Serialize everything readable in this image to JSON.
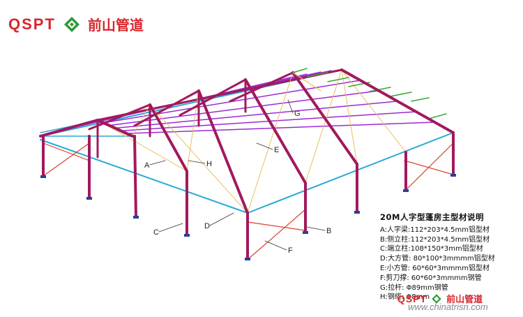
{
  "brand": {
    "logo_text": "QSPT",
    "logo_cn": "前山管道",
    "url": "www.chinatrisn.com"
  },
  "colors": {
    "column": "#a2195c",
    "bottom_tube": "#2aa9d8",
    "purpur": "#9a2ad4",
    "brace": "#d8402a",
    "cable": "#e8c060",
    "top_tube": "#2aa9d8",
    "green": "#33a835",
    "brand_red": "#d8262e"
  },
  "labels": {
    "A": "A",
    "B": "B",
    "C": "C",
    "D": "D",
    "E": "E",
    "F": "F",
    "G": "G",
    "H": "H"
  },
  "legend": {
    "title": "20M人字型蓬房主型材说明",
    "items": [
      "A:人字梁:112*203*4.5mm铝型材",
      "B:侧立柱:112*203*4.5mm铝型材",
      "C:端立柱:108*150*3mm铝型材",
      "D:大方管: 80*100*3mmmm铝型材",
      "E:小方管: 60*60*3mmmm铝型材",
      "F:剪刀撑: 60*60*3mmmm钢管",
      "G:拉杆: Φ89mm钢管",
      "H:钢缆: Φ8mm"
    ]
  }
}
